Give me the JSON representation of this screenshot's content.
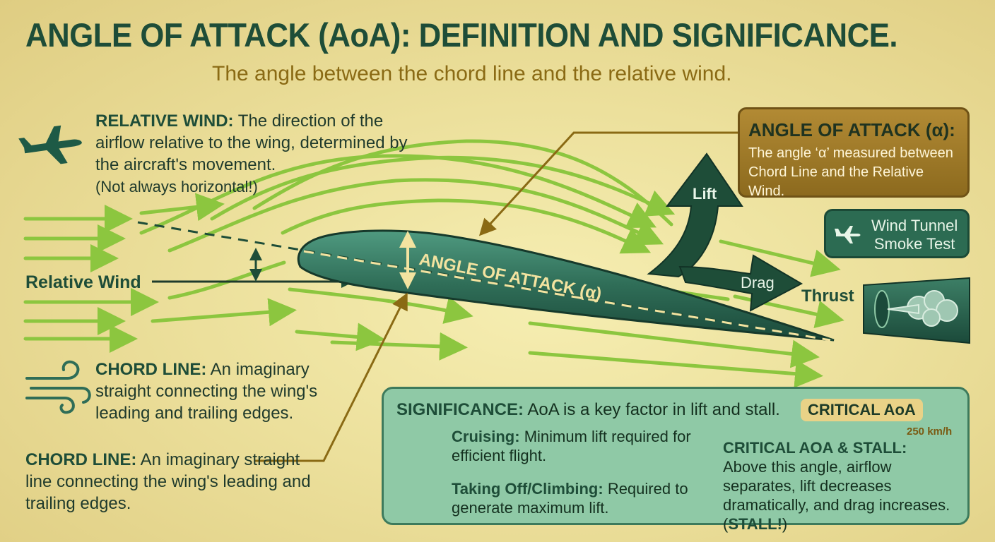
{
  "title": "ANGLE OF ATTACK (AoA): DEFINITION AND SIGNIFICANCE.",
  "subtitle": "The angle between the chord line and the relative wind.",
  "relative_wind_note": {
    "heading": "RELATIVE WIND:",
    "body": "The direction of the airflow relative to the wing, determined by the aircraft's movement.",
    "aside": "(Not always horizontal!)"
  },
  "chord_line_note_1": {
    "heading": "CHORD LINE:",
    "body": "An imaginary straight  connecting the wing's leading and trailing edges."
  },
  "chord_line_note_2": {
    "heading": "CHORD LINE:",
    "body": "An imaginary straight line connecting the wing's leading and trailing edges."
  },
  "labels": {
    "relative_wind": "Relative Wind",
    "wing": "ANGLE OF ATTACK (α)",
    "lift": "Lift",
    "drag": "Drag",
    "thrust": "Thrust"
  },
  "aoa_box": {
    "heading": "ANGLE OF ATTACK (α):",
    "body": "The angle ‘α’ measured between Chord Line and the Relative Wind."
  },
  "wind_tunnel": {
    "line1": "Wind Tunnel",
    "line2": "Smoke Test"
  },
  "significance": {
    "heading": "SIGNIFICANCE:",
    "body": "AoA is a key factor in lift and stall.",
    "critical_tag": "CRITICAL AoA",
    "speed": "250 km/h",
    "cruising": {
      "heading": "Cruising:",
      "body": "Minimum lift required for efficient flight."
    },
    "climbing": {
      "heading": "Taking Off/Climbing:",
      "body": "Required to generate maximum lift."
    },
    "stall": {
      "heading": "CRITICAL AOA & STALL:",
      "body": "Above this angle, airflow separates, lift decreases dramatically, and drag increases.",
      "stall_word": "STALL!"
    }
  },
  "icons": [
    "airplane-icon",
    "wind-icon",
    "speedometer-icon",
    "wind-tunnel-plane-icon",
    "cruising-plane-icon",
    "climbing-plane-icon"
  ],
  "colors": {
    "dark_green": "#1e4d38",
    "flow_green": "#8cc63f",
    "wing_green": "#2f6d57",
    "gold": "#8a6a14",
    "panel_green": "#8fc9a6"
  }
}
